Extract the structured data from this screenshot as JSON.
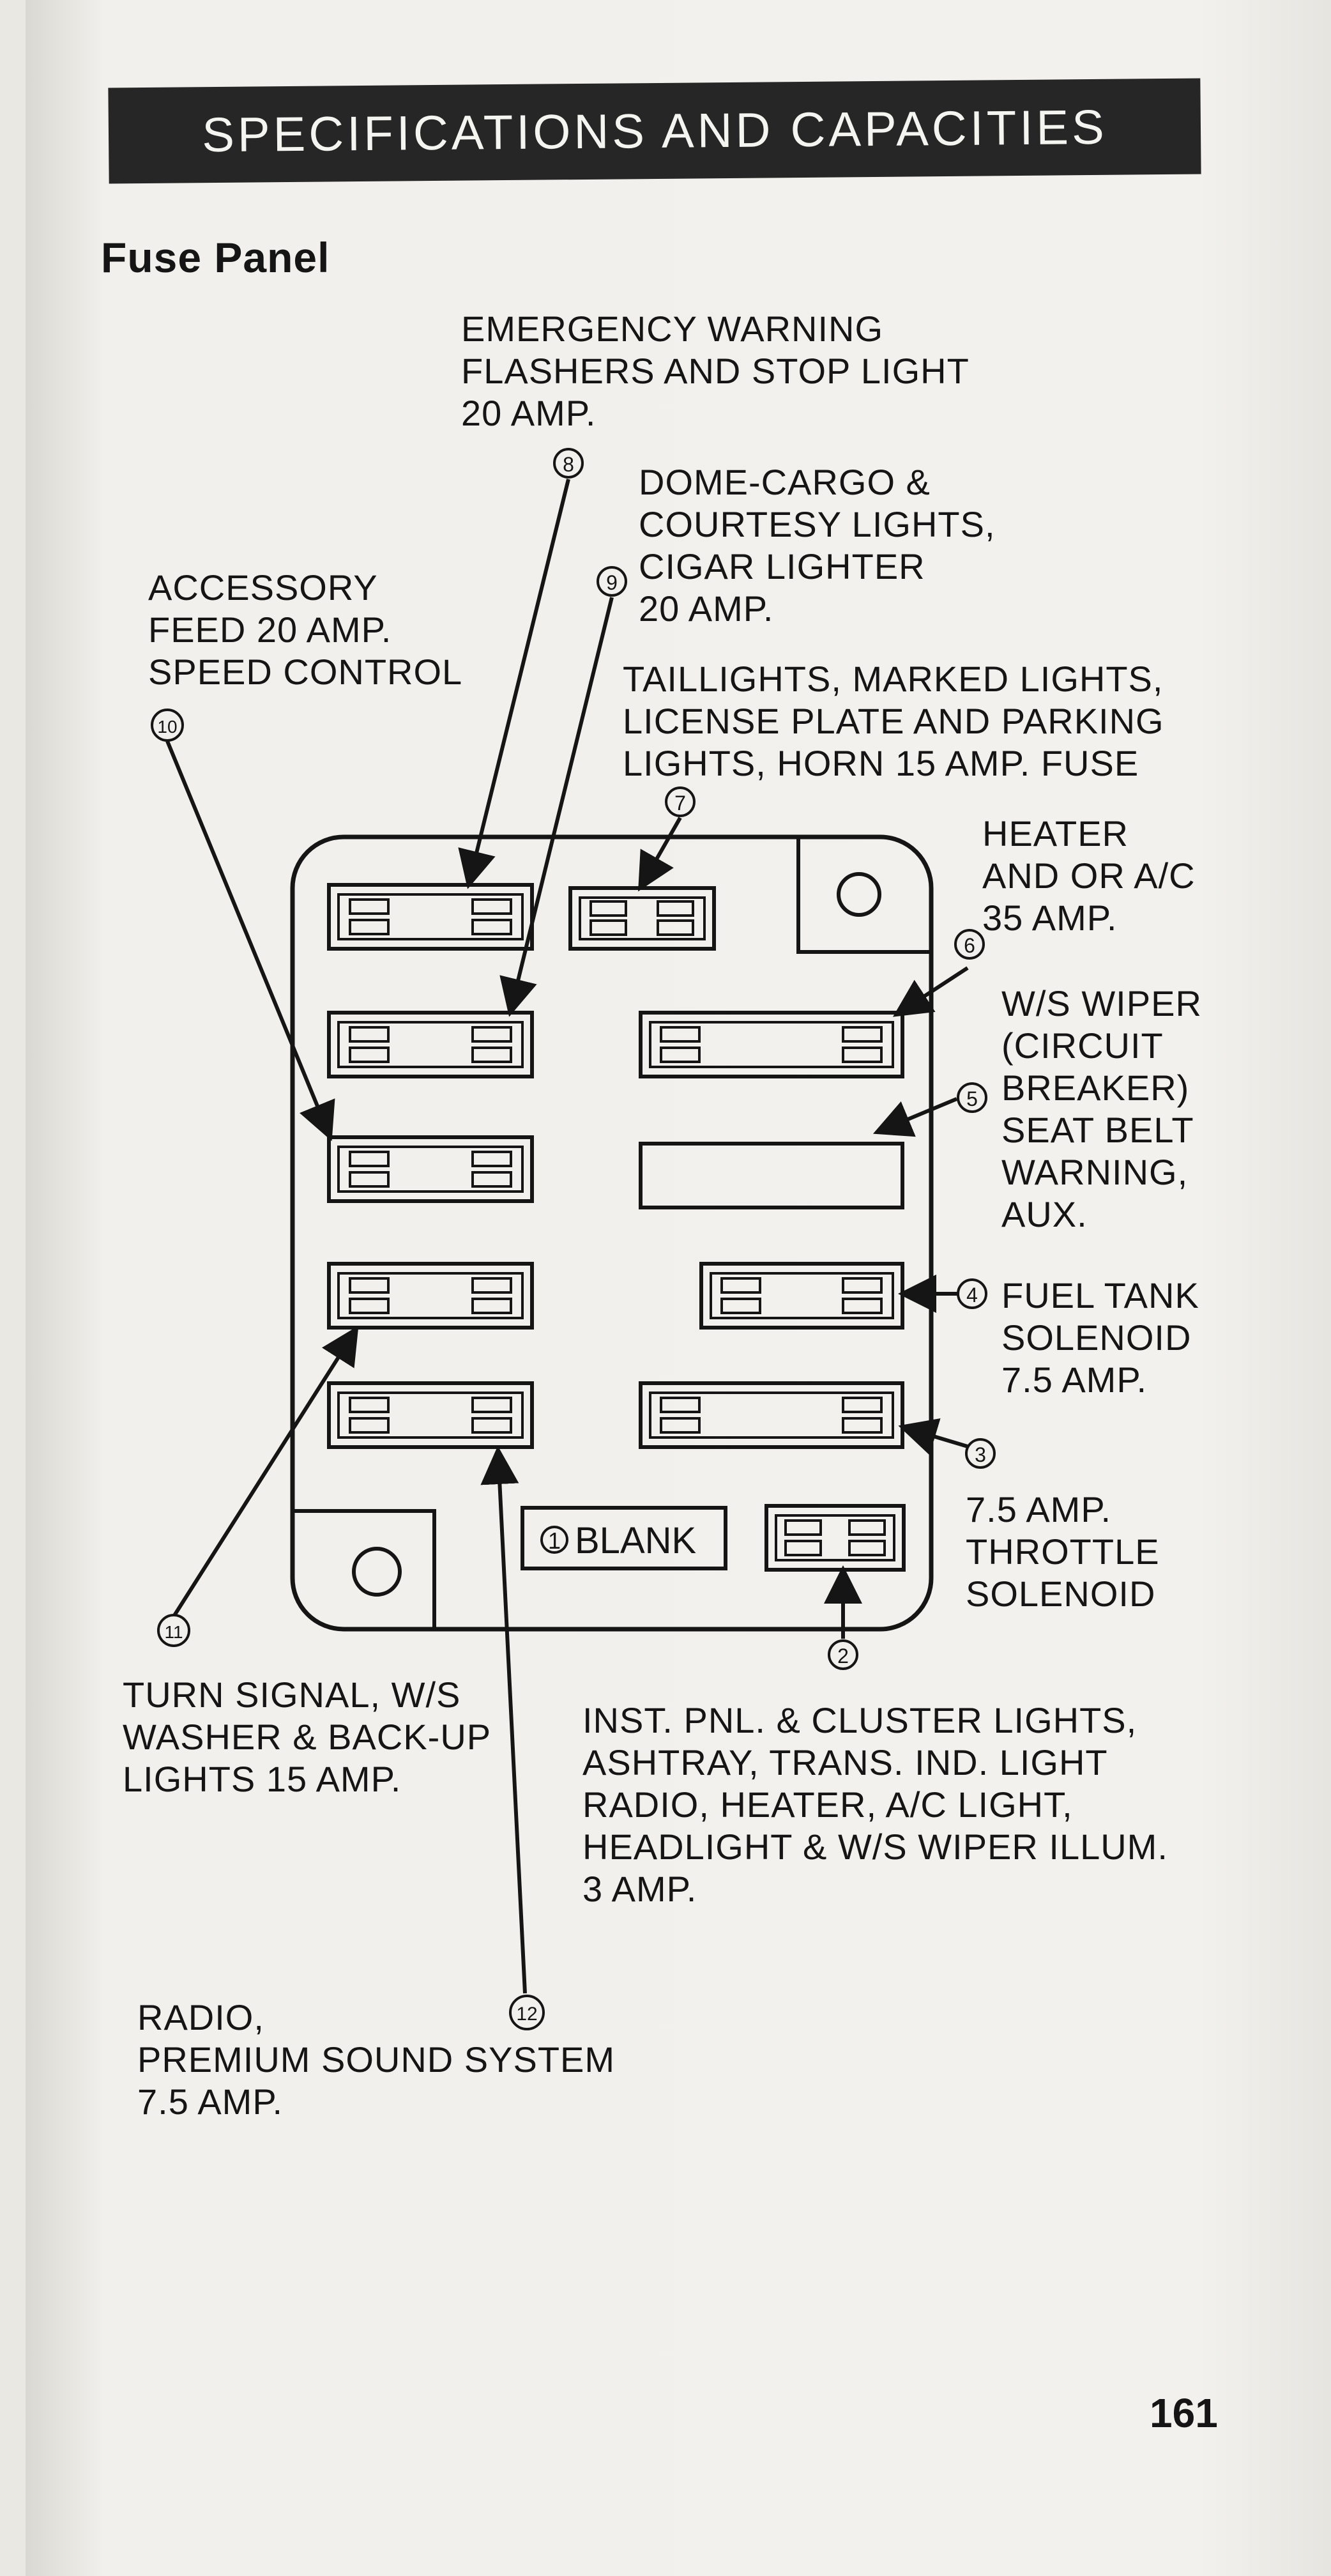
{
  "header": {
    "title": "SPECIFICATIONS AND CAPACITIES"
  },
  "section": {
    "title": "Fuse Panel"
  },
  "callouts": [
    {
      "num": "1",
      "text": "BLANK"
    },
    {
      "num": "2",
      "text": "INST. PNL. & CLUSTER LIGHTS,\nASHTRAY, TRANS. IND. LIGHT\nRADIO, HEATER, A/C LIGHT,\nHEADLIGHT & W/S WIPER ILLUM.\n3 AMP."
    },
    {
      "num": "3",
      "text": "7.5 AMP.\nTHROTTLE\nSOLENOID"
    },
    {
      "num": "4",
      "text": "FUEL TANK\nSOLENOID\n7.5 AMP."
    },
    {
      "num": "5",
      "text": "W/S WIPER\n(CIRCUIT\nBREAKER)\nSEAT BELT\nWARNING,\nAUX."
    },
    {
      "num": "6",
      "text": "HEATER\nAND OR A/C\n35 AMP."
    },
    {
      "num": "7",
      "text": "TAILLIGHTS, MARKED LIGHTS,\nLICENSE PLATE AND PARKING\nLIGHTS, HORN 15 AMP. FUSE"
    },
    {
      "num": "8",
      "text": "EMERGENCY WARNING\nFLASHERS AND STOP LIGHT\n20 AMP."
    },
    {
      "num": "9",
      "text": "DOME-CARGO &\nCOURTESY LIGHTS,\nCIGAR LIGHTER\n20 AMP."
    },
    {
      "num": "10",
      "text": "ACCESSORY\nFEED 20 AMP.\nSPEED CONTROL"
    },
    {
      "num": "11",
      "text": "TURN SIGNAL, W/S\nWASHER & BACK-UP\nLIGHTS 15 AMP."
    },
    {
      "num": "12",
      "text": "RADIO,\nPREMIUM SOUND SYSTEM\n7.5 AMP."
    }
  ],
  "page_number": "161"
}
